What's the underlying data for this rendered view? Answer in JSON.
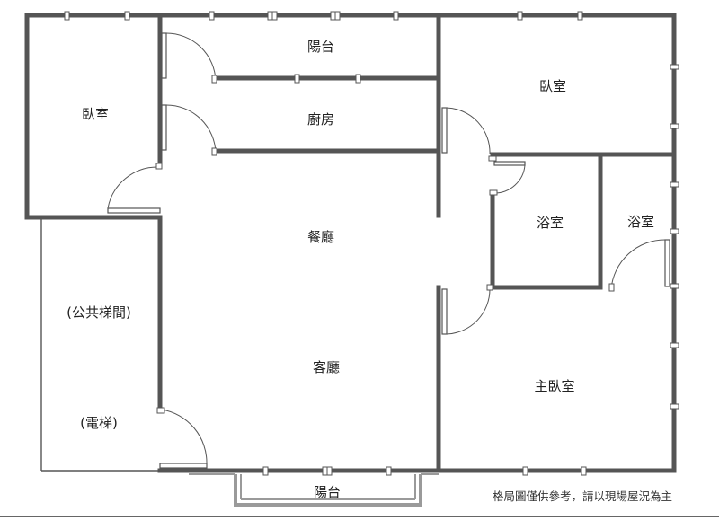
{
  "rooms": {
    "bedroom_tl": "臥室",
    "balcony_top": "陽台",
    "kitchen": "廚房",
    "bedroom_tr": "臥室",
    "dining": "餐廳",
    "bath_1": "浴室",
    "bath_2": "浴室",
    "stairwell": "(公共梯間)",
    "living": "客廳",
    "elevator": "(電梯)",
    "master_bedroom": "主臥室",
    "balcony_bottom": "陽台"
  },
  "note": "格局圖僅供參考，請以現場屋況為主",
  "colors": {
    "wall": "#555555",
    "background": "#ffffff",
    "grey_wall": "#9a9a9a"
  }
}
